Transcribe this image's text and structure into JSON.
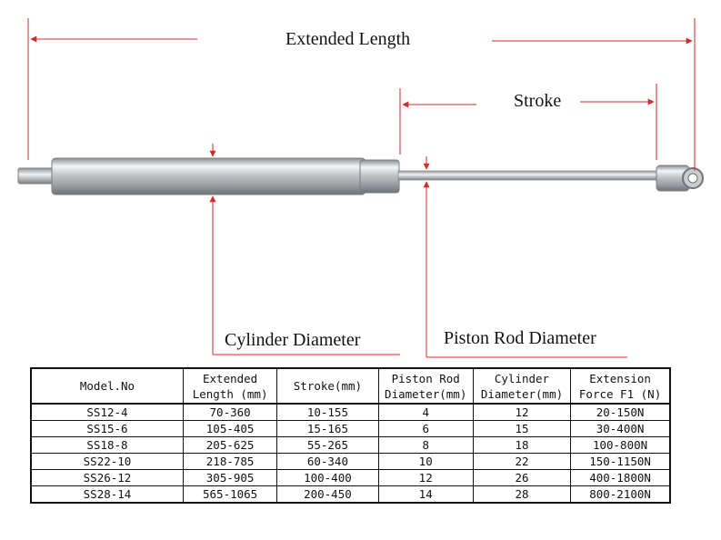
{
  "labels": {
    "extended_length": "Extended Length",
    "stroke": "Stroke",
    "cylinder_diameter": "Cylinder Diameter",
    "piston_rod_diameter": "Piston Rod Diameter"
  },
  "colors": {
    "dimension_line": "#d42a2a",
    "steel": "#b9bcc0",
    "table_border": "#111111"
  },
  "table": {
    "headers": [
      [
        "Model.No"
      ],
      [
        "Extended",
        "Length (mm)"
      ],
      [
        "Stroke(mm)"
      ],
      [
        "Piston Rod",
        "Diameter(mm)"
      ],
      [
        "Cylinder",
        "Diameter(mm)"
      ],
      [
        "Extension",
        "Force F1 (N)"
      ]
    ],
    "rows": [
      [
        "SS12-4",
        "70-360",
        "10-155",
        "4",
        "12",
        "20-150N"
      ],
      [
        "SS15-6",
        "105-405",
        "15-165",
        "6",
        "15",
        "30-400N"
      ],
      [
        "SS18-8",
        "205-625",
        "55-265",
        "8",
        "18",
        "100-800N"
      ],
      [
        "SS22-10",
        "218-785",
        "60-340",
        "10",
        "22",
        "150-1150N"
      ],
      [
        "SS26-12",
        "305-905",
        "100-400",
        "12",
        "26",
        "400-1800N"
      ],
      [
        "SS28-14",
        "565-1065",
        "200-450",
        "14",
        "28",
        "800-2100N"
      ]
    ]
  }
}
